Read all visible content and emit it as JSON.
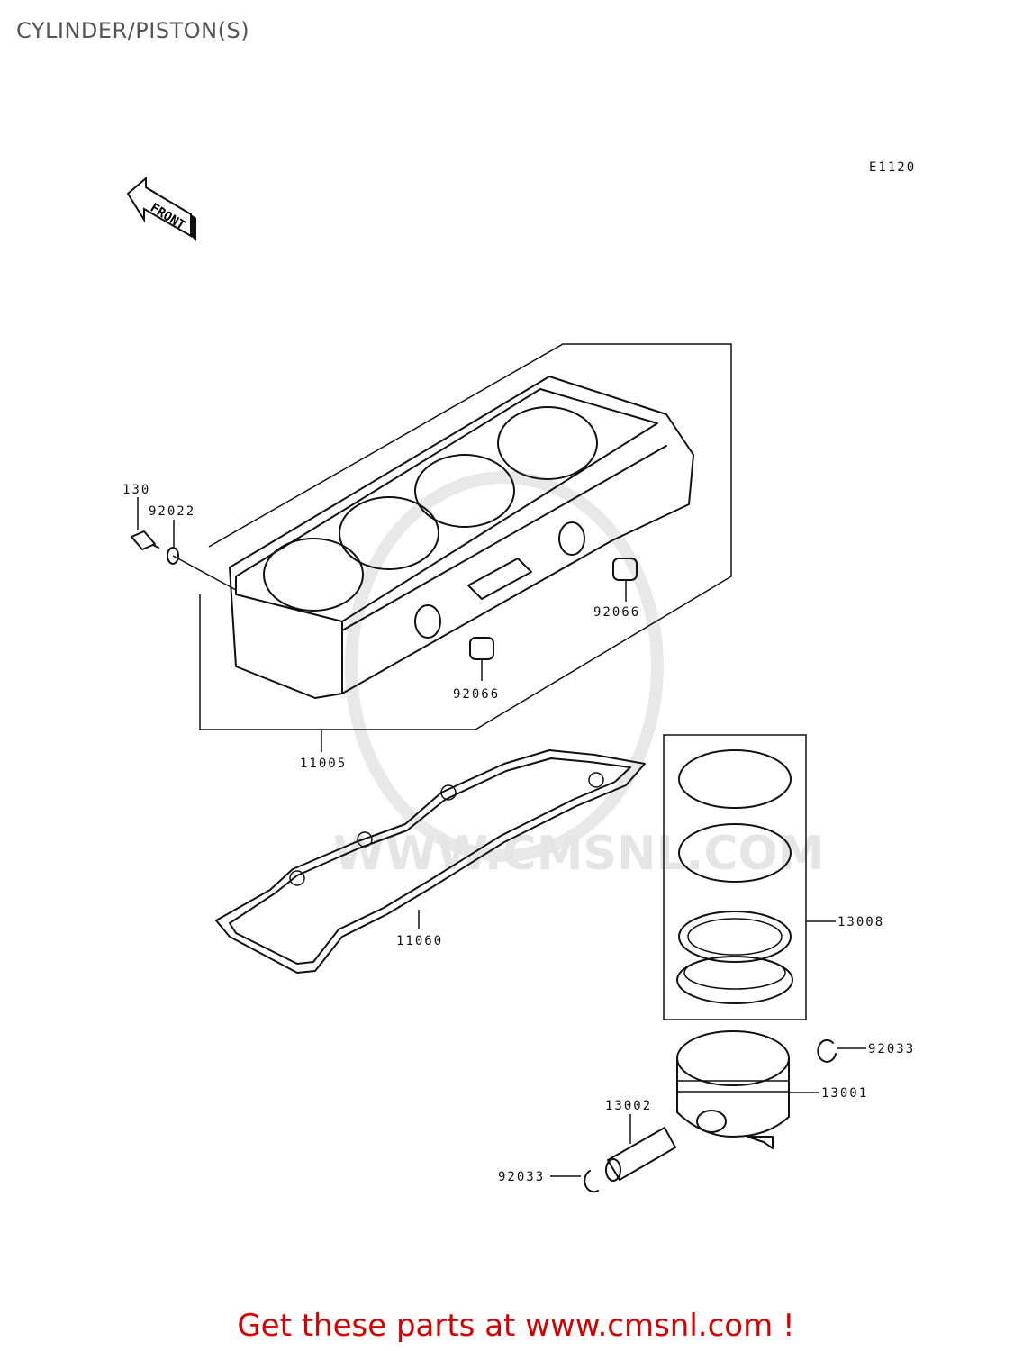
{
  "page": {
    "title": "CYLINDER/PISTON(S)",
    "diagram_code": "E1120",
    "front_arrow_text": "FRONT",
    "promo": "Get these parts at www.cmsnl.com !",
    "watermark": "WWW.CMSNL.COM"
  },
  "callouts": {
    "bolt": "130",
    "washer": "92022",
    "plug_right": "92066",
    "plug_left": "92066",
    "cylinder": "11005",
    "gasket": "11060",
    "ring_set": "13008",
    "circlip_right": "92033",
    "piston": "13001",
    "pin": "13002",
    "circlip_left": "92033"
  }
}
